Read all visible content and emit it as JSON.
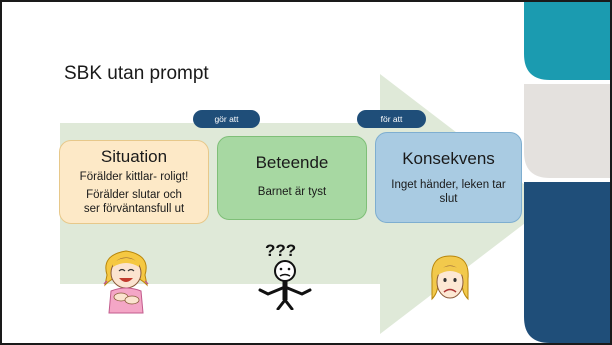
{
  "slide": {
    "title": "SBK utan prompt",
    "colors": {
      "teal": "#1b9bb0",
      "light_gray": "#e4e1de",
      "navy": "#1f4e79",
      "arrow": "#dfe9d8",
      "situation": "#fde9c7",
      "beteende": "#a7d8a2",
      "konsekvens": "#a9cbe2"
    },
    "boxes": {
      "situation": {
        "heading": "Situation",
        "line1": "Förälder kittlar- roligt!",
        "line2": "Förälder slutar och ser förväntansfull ut"
      },
      "beteende": {
        "heading": "Beteende",
        "line1": "Barnet är tyst"
      },
      "konsekvens": {
        "heading": "Konsekvens",
        "line1": "Inget händer, leken tar slut"
      }
    },
    "connectors": {
      "first": "gör att",
      "second": "för att"
    },
    "figures": [
      {
        "icon": "laughing-girl-icon"
      },
      {
        "icon": "confused-person-icon",
        "text": "???"
      },
      {
        "icon": "sad-face-icon"
      }
    ]
  }
}
